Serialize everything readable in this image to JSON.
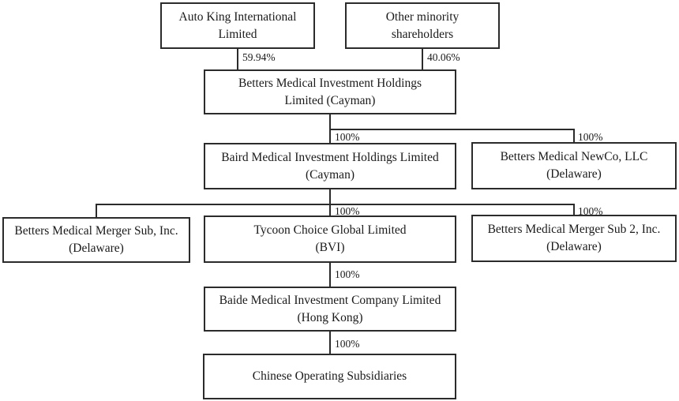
{
  "diagram": {
    "title": "Corporate ownership structure chart",
    "colors": {
      "background": "#ffffff",
      "line": "#2b2b2b",
      "text": "#1a1a1a"
    },
    "boxes": {
      "auto_king": {
        "lines": [
          "Auto King International",
          "Limited"
        ]
      },
      "other_minority": {
        "lines": [
          "Other minority",
          "shareholders"
        ]
      },
      "betters_holdings": {
        "lines": [
          "Betters Medical Investment Holdings",
          "Limited (Cayman)"
        ]
      },
      "baird": {
        "lines": [
          "Baird Medical Investment Holdings Limited",
          "(Cayman)"
        ]
      },
      "newco": {
        "lines": [
          "Betters Medical NewCo, LLC",
          "(Delaware)"
        ]
      },
      "merger_sub": {
        "lines": [
          "Betters Medical Merger Sub, Inc.",
          "(Delaware)"
        ]
      },
      "tycoon": {
        "lines": [
          "Tycoon Choice Global Limited",
          "(BVI)"
        ]
      },
      "merger_sub_2": {
        "lines": [
          "Betters Medical Merger Sub 2, Inc.",
          "(Delaware)"
        ]
      },
      "baide": {
        "lines": [
          "Baide Medical Investment Company Limited",
          "(Hong Kong)"
        ]
      },
      "chinese_ops": {
        "lines": [
          "Chinese Operating Subsidiaries"
        ]
      }
    },
    "ownership": {
      "auto_king_to_holdings": "59.94%",
      "minority_to_holdings": "40.06%",
      "holdings_to_baird": "100%",
      "holdings_to_newco": "100%",
      "baird_to_tycoon": "100%",
      "baird_to_merger_sub_2": "100%",
      "tycoon_to_baide": "100%",
      "baide_to_chinese_ops": "100%"
    }
  }
}
